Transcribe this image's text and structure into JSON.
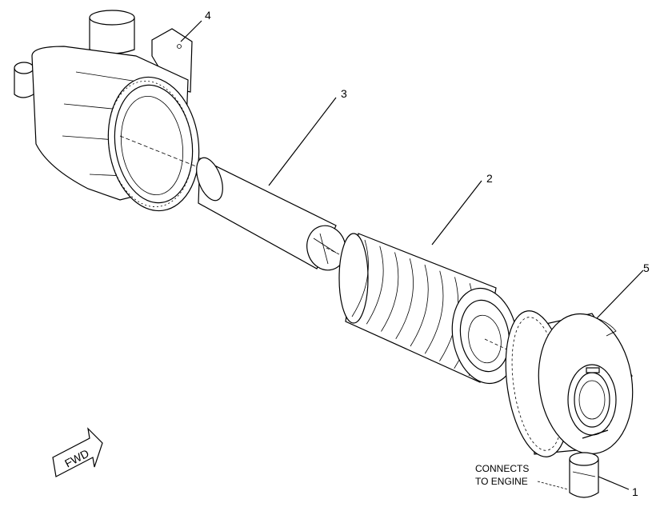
{
  "callouts": [
    {
      "id": "callout-1",
      "text": "1"
    },
    {
      "id": "callout-2",
      "text": "2"
    },
    {
      "id": "callout-3",
      "text": "3"
    },
    {
      "id": "callout-4",
      "text": "4"
    },
    {
      "id": "callout-5",
      "text": "5"
    }
  ],
  "note": {
    "line1": "CONNECTS",
    "line2": "TO ENGINE"
  },
  "direction_arrow": {
    "text": "FWD"
  }
}
